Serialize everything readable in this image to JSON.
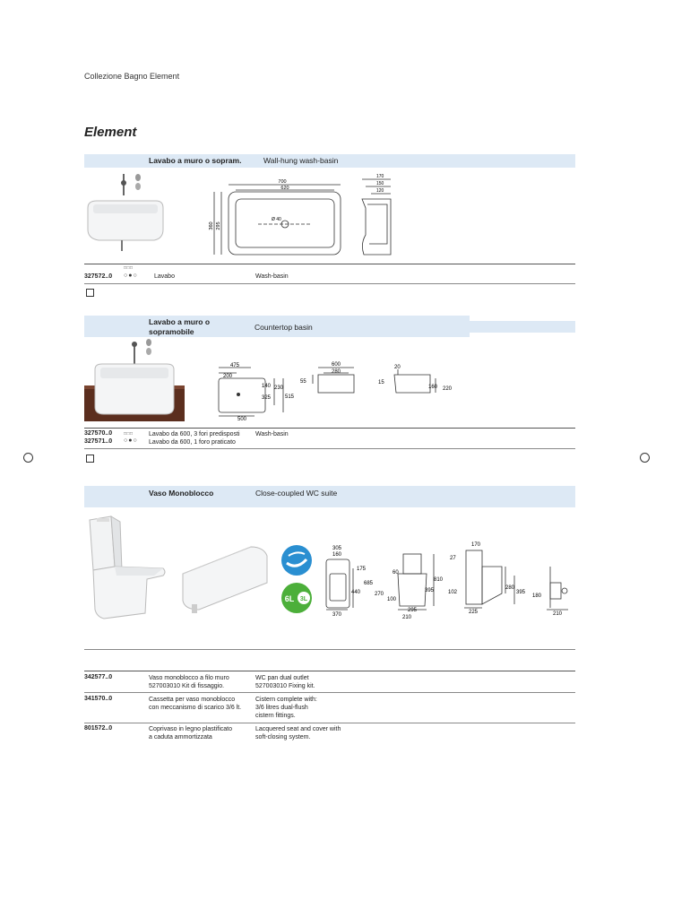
{
  "header": {
    "collection": "Collezione Bagno Element"
  },
  "page_title": "Element",
  "section1": {
    "title_it": "Lavabo a muro o sopram.",
    "title_en": "Wall-hung wash-basin",
    "dims": {
      "d700": "700",
      "d620": "620",
      "d360": "360",
      "d295": "295",
      "d40": "Ø 40",
      "d170": "170",
      "d150": "150",
      "d120": "120"
    },
    "product": {
      "code": "327572..0",
      "name_it": "Lavabo",
      "name_en": "Wash-basin",
      "holes": "○●○",
      "hole_marks": "□□□"
    }
  },
  "section2": {
    "title_it": "Lavabo a muro o sopramobile",
    "title_en": "Countertop basin",
    "dims": {
      "d475": "475",
      "d200": "200",
      "d140": "140",
      "d230": "230",
      "d325": "325",
      "d515": "515",
      "d500": "500",
      "d600": "600",
      "d280": "280",
      "d55": "55",
      "d20": "20",
      "d15": "15",
      "d160": "160",
      "d220": "220"
    },
    "products": [
      {
        "code": "327570..0",
        "holes": "□□□",
        "name_it": "Lavabo da 600, 3 fori predisposti",
        "name_en": "Wash-basin"
      },
      {
        "code": "327571..0",
        "holes": "○●○",
        "name_it": "Lavabo da 600, 1 foro praticato",
        "name_en": ""
      }
    ]
  },
  "section3": {
    "title_it": "Vaso Monoblocco",
    "title_en": "Close-coupled WC suite",
    "badge_left": "6L",
    "badge_right": "3L",
    "dims": {
      "d305": "305",
      "d160": "160",
      "d175": "175",
      "d685": "685",
      "d440": "440",
      "d370": "370",
      "d60": "60",
      "d810": "810",
      "d270": "270",
      "d100": "100",
      "d395": "395",
      "d295": "295",
      "d210": "210",
      "d170": "170",
      "d27": "27",
      "d280": "280",
      "d102": "102",
      "d225": "225",
      "d395b": "395",
      "d180": "180",
      "d210b": "210"
    },
    "products": [
      {
        "code": "342577..0",
        "it_1": "Vaso monoblocco a filo muro",
        "it_2": "527003010 Kit di fissaggio.",
        "en_1": "WC pan dual outlet",
        "en_2": "527003010 Fixing kit.",
        "en_3": ""
      },
      {
        "code": "341570..0",
        "it_1": "Cassetta per vaso monoblocco",
        "it_2": "con meccanismo di scarico 3/6 lt.",
        "en_1": "Cistern complete with:",
        "en_2": "3/6 litres dual-flush",
        "en_3": "cistern fittings."
      },
      {
        "code": "801572..0",
        "it_1": "Coprivaso in legno plastificato",
        "it_2": "a caduta ammortizzata",
        "en_1": "Lacquered seat and cover with",
        "en_2": "soft-closing system.",
        "en_3": ""
      }
    ]
  },
  "colors": {
    "section_bar": "#dde9f5",
    "badge_blue": "#2a8fd1",
    "badge_green": "#4caf3a"
  },
  "icons": [
    "registration-mark-icon",
    "not-applicable-icon",
    "water-saving-icon",
    "dual-flush-icon"
  ]
}
